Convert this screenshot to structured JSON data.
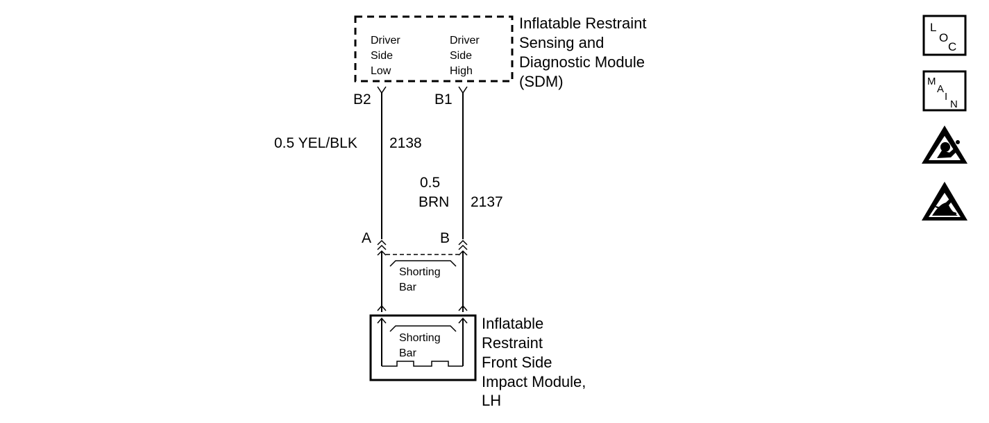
{
  "sdm": {
    "title_lines": [
      "Inflatable Restraint",
      "Sensing and",
      "Diagnostic Module",
      "(SDM)"
    ],
    "pin_low_lines": [
      "Driver",
      "Side",
      "Low"
    ],
    "pin_high_lines": [
      "Driver",
      "Side",
      "High"
    ],
    "pin_low_id": "B2",
    "pin_high_id": "B1"
  },
  "wires": {
    "low": {
      "gauge_color": "0.5 YEL/BLK",
      "circuit": "2138"
    },
    "high": {
      "gauge": "0.5",
      "color": "BRN",
      "circuit": "2137"
    }
  },
  "connector": {
    "pin_a": "A",
    "pin_b": "B",
    "shorting_bar_lines": [
      "Shorting",
      "Bar"
    ]
  },
  "module": {
    "title_lines": [
      "Inflatable",
      "Restraint",
      "Front Side",
      "Impact Module,",
      "LH"
    ],
    "shorting_bar_lines": [
      "Shorting",
      "Bar"
    ]
  },
  "icons": {
    "loc": {
      "name": "loc-icon",
      "letters": [
        "L",
        "O",
        "C"
      ]
    },
    "main": {
      "name": "main-icon",
      "letters": [
        "M",
        "A",
        "I",
        "N"
      ]
    },
    "airbag_warning": {
      "name": "airbag-warning-icon"
    },
    "esd_warning": {
      "name": "esd-warning-icon"
    }
  }
}
